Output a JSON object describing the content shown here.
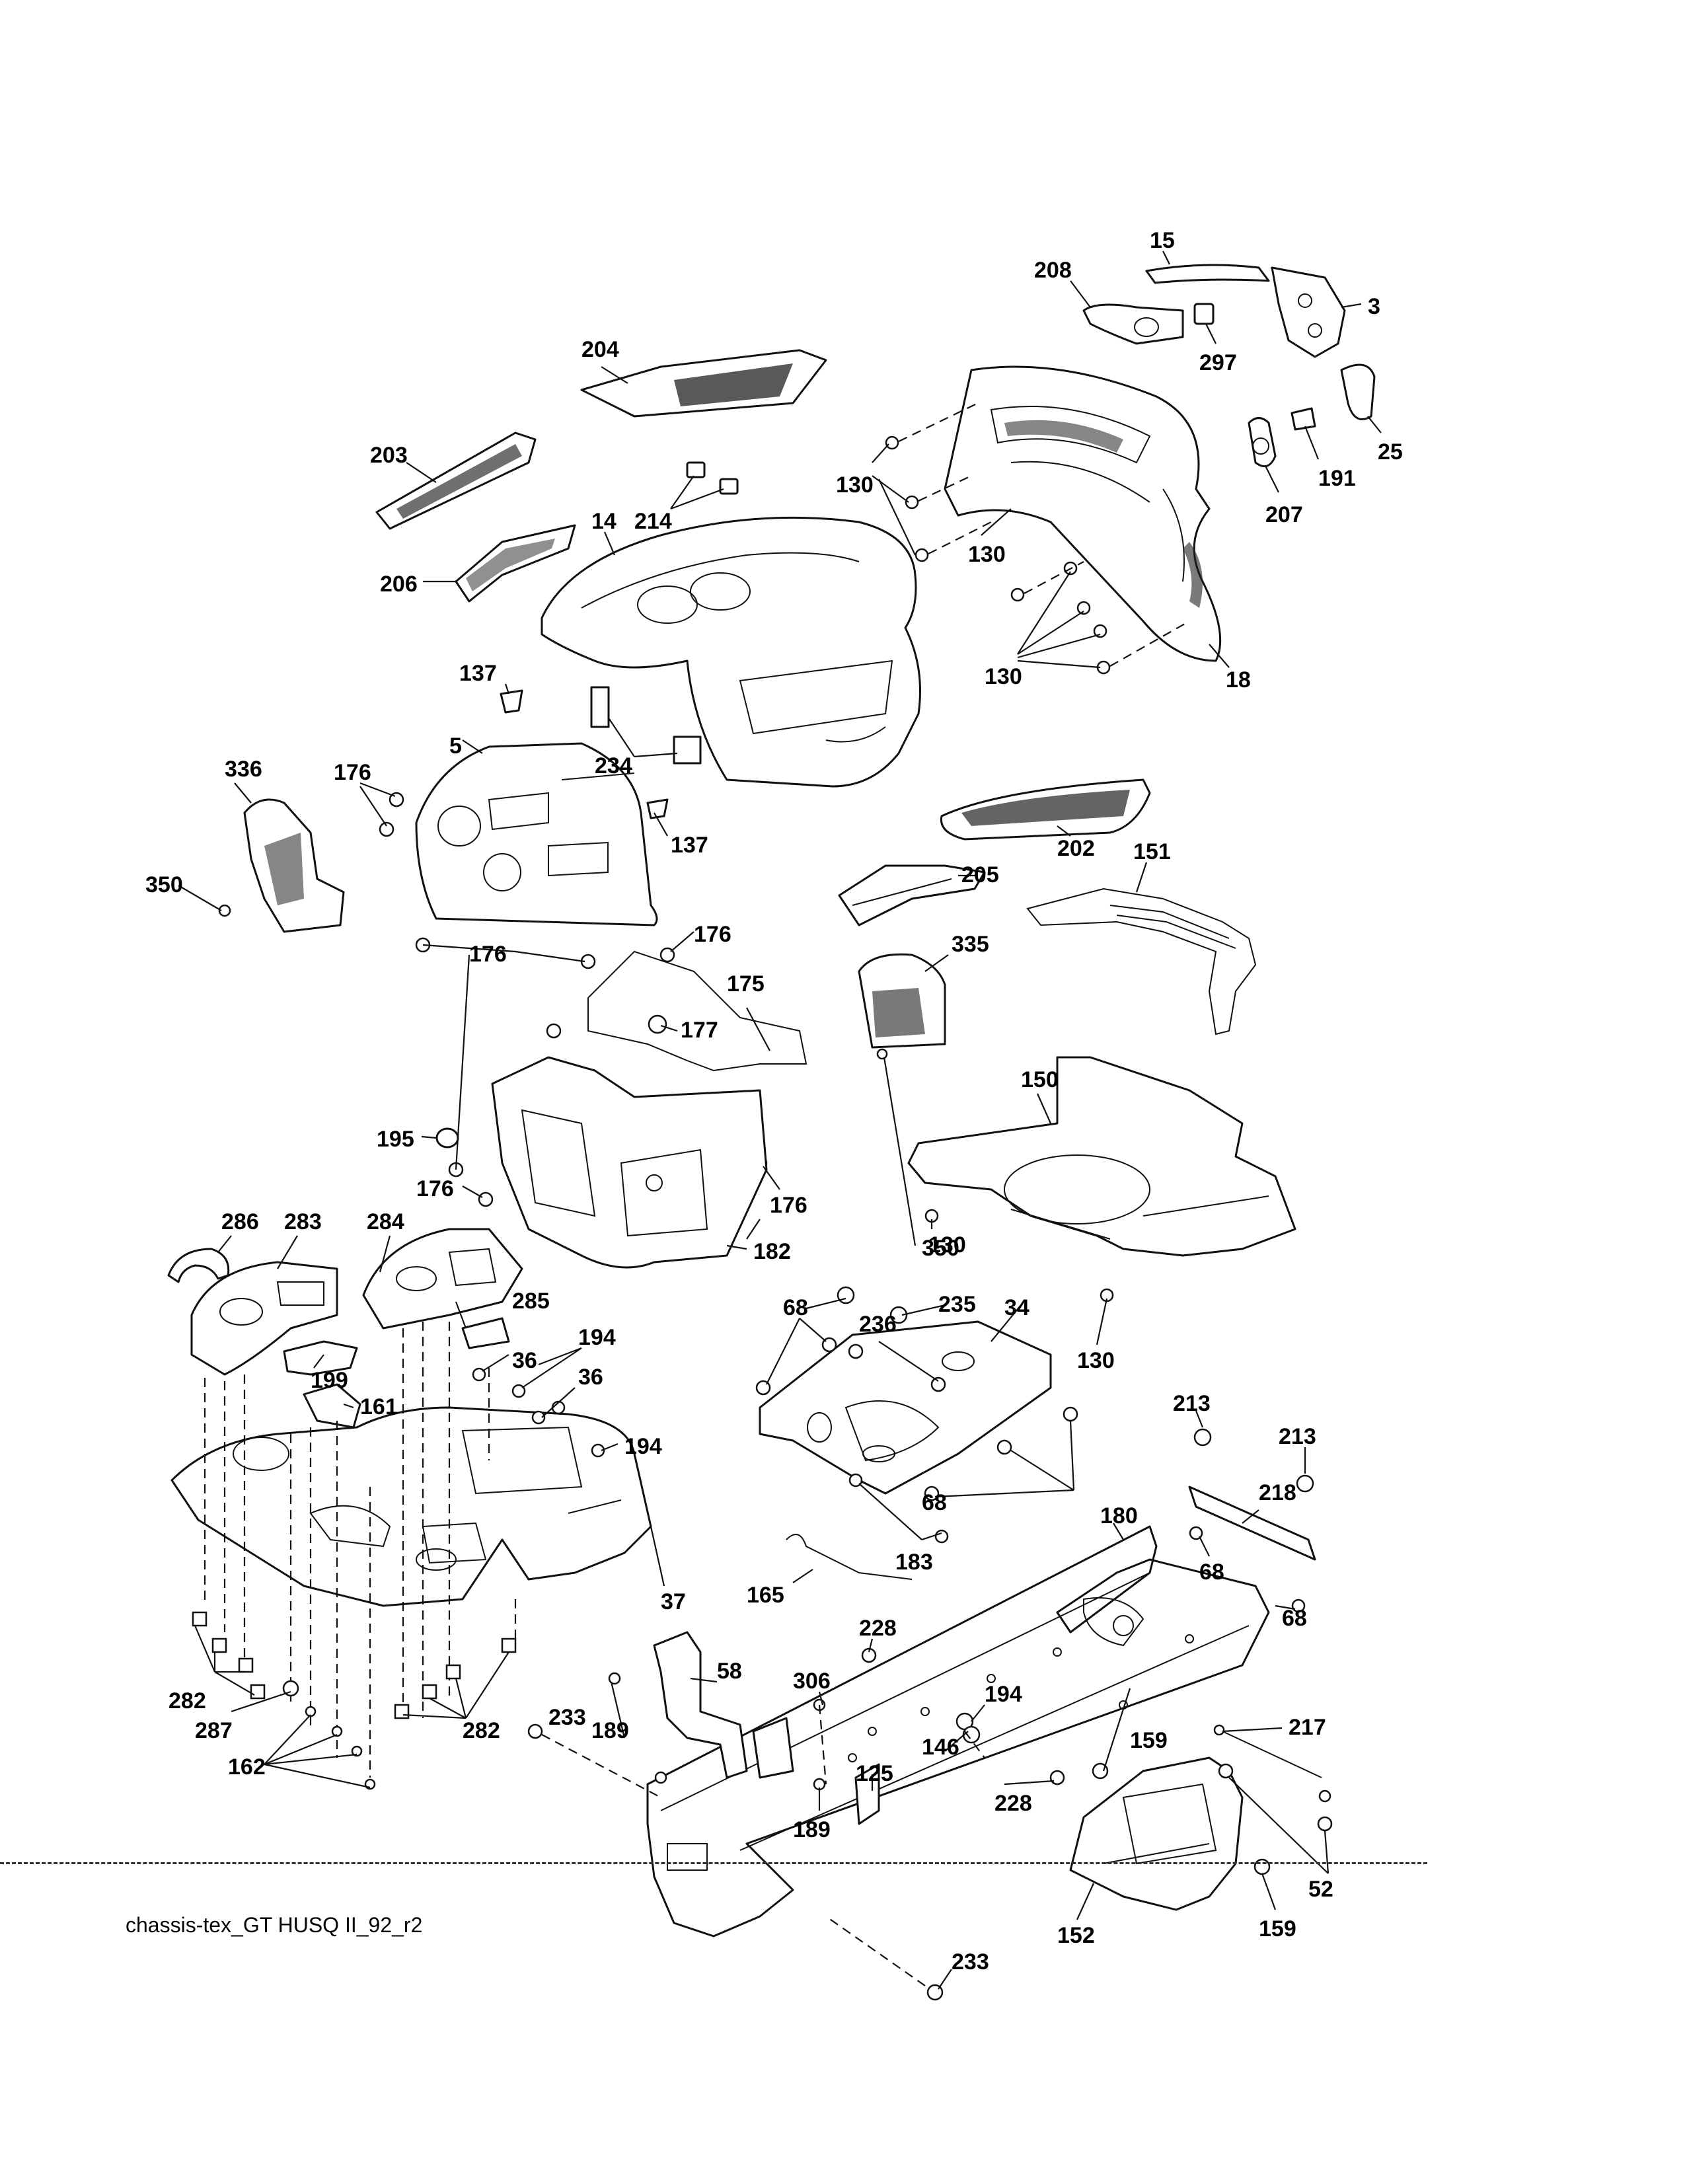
{
  "diagram": {
    "footer_label": "chassis-tex_GT HUSQ II_92_r2",
    "callouts": [
      {
        "id": "c15",
        "text": "15"
      },
      {
        "id": "c208",
        "text": "208"
      },
      {
        "id": "c3",
        "text": "3"
      },
      {
        "id": "c297",
        "text": "297"
      },
      {
        "id": "c25",
        "text": "25"
      },
      {
        "id": "c191",
        "text": "191"
      },
      {
        "id": "c207",
        "text": "207"
      },
      {
        "id": "c204",
        "text": "204"
      },
      {
        "id": "c203",
        "text": "203"
      },
      {
        "id": "c214",
        "text": "214"
      },
      {
        "id": "c130a",
        "text": "130"
      },
      {
        "id": "c130b",
        "text": "130"
      },
      {
        "id": "c130c",
        "text": "130"
      },
      {
        "id": "c14",
        "text": "14"
      },
      {
        "id": "c206",
        "text": "206"
      },
      {
        "id": "c18",
        "text": "18"
      },
      {
        "id": "c137a",
        "text": "137"
      },
      {
        "id": "c234",
        "text": "234"
      },
      {
        "id": "c336",
        "text": "336"
      },
      {
        "id": "c176a",
        "text": "176"
      },
      {
        "id": "c5",
        "text": "5"
      },
      {
        "id": "c137b",
        "text": "137"
      },
      {
        "id": "c202",
        "text": "202"
      },
      {
        "id": "c151",
        "text": "151"
      },
      {
        "id": "c350a",
        "text": "350"
      },
      {
        "id": "c205",
        "text": "205"
      },
      {
        "id": "c176b",
        "text": "176"
      },
      {
        "id": "c176c",
        "text": "176"
      },
      {
        "id": "c175",
        "text": "175"
      },
      {
        "id": "c335",
        "text": "335"
      },
      {
        "id": "c177",
        "text": "177"
      },
      {
        "id": "c150",
        "text": "150"
      },
      {
        "id": "c350b",
        "text": "350"
      },
      {
        "id": "c195",
        "text": "195"
      },
      {
        "id": "c176d",
        "text": "176"
      },
      {
        "id": "c176e",
        "text": "176"
      },
      {
        "id": "c130d",
        "text": "130"
      },
      {
        "id": "c182",
        "text": "182"
      },
      {
        "id": "c286",
        "text": "286"
      },
      {
        "id": "c283",
        "text": "283"
      },
      {
        "id": "c284",
        "text": "284"
      },
      {
        "id": "c285",
        "text": "285"
      },
      {
        "id": "c68a",
        "text": "68"
      },
      {
        "id": "c235",
        "text": "235"
      },
      {
        "id": "c34",
        "text": "34"
      },
      {
        "id": "c236",
        "text": "236"
      },
      {
        "id": "c130e",
        "text": "130"
      },
      {
        "id": "c194a",
        "text": "194"
      },
      {
        "id": "c36a",
        "text": "36"
      },
      {
        "id": "c36b",
        "text": "36"
      },
      {
        "id": "c199",
        "text": "199"
      },
      {
        "id": "c161",
        "text": "161"
      },
      {
        "id": "c194b",
        "text": "194"
      },
      {
        "id": "c213a",
        "text": "213"
      },
      {
        "id": "c213b",
        "text": "213"
      },
      {
        "id": "c218",
        "text": "218"
      },
      {
        "id": "c68b",
        "text": "68"
      },
      {
        "id": "c183",
        "text": "183"
      },
      {
        "id": "c180",
        "text": "180"
      },
      {
        "id": "c68c",
        "text": "68"
      },
      {
        "id": "c165",
        "text": "165"
      },
      {
        "id": "c37",
        "text": "37"
      },
      {
        "id": "c68d",
        "text": "68"
      },
      {
        "id": "c228a",
        "text": "228"
      },
      {
        "id": "c58",
        "text": "58"
      },
      {
        "id": "c306",
        "text": "306"
      },
      {
        "id": "c194c",
        "text": "194"
      },
      {
        "id": "c282a",
        "text": "282"
      },
      {
        "id": "c287",
        "text": "287"
      },
      {
        "id": "c282b",
        "text": "282"
      },
      {
        "id": "c233a",
        "text": "233"
      },
      {
        "id": "c189a",
        "text": "189"
      },
      {
        "id": "c146",
        "text": "146"
      },
      {
        "id": "c159a",
        "text": "159"
      },
      {
        "id": "c217",
        "text": "217"
      },
      {
        "id": "c162",
        "text": "162"
      },
      {
        "id": "c125",
        "text": "125"
      },
      {
        "id": "c228b",
        "text": "228"
      },
      {
        "id": "c189b",
        "text": "189"
      },
      {
        "id": "c52",
        "text": "52"
      },
      {
        "id": "c159b",
        "text": "159"
      },
      {
        "id": "c152",
        "text": "152"
      },
      {
        "id": "c233b",
        "text": "233"
      }
    ]
  }
}
